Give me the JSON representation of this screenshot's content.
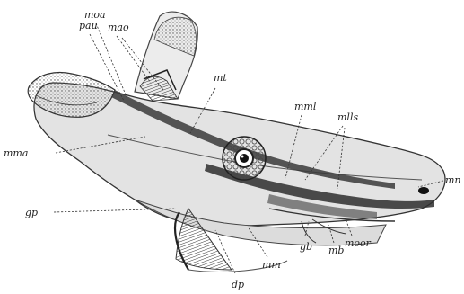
{
  "labels": {
    "moa": "moa",
    "pau": "pau",
    "mao": "mao",
    "mt": "mt",
    "mml": "mml",
    "mlls": "mlls",
    "mma": "mma",
    "mn": "mn",
    "gp": "gp",
    "gb": "gb",
    "mb": "mb",
    "moor": "moor",
    "mm": "mm",
    "dp": "dp"
  }
}
